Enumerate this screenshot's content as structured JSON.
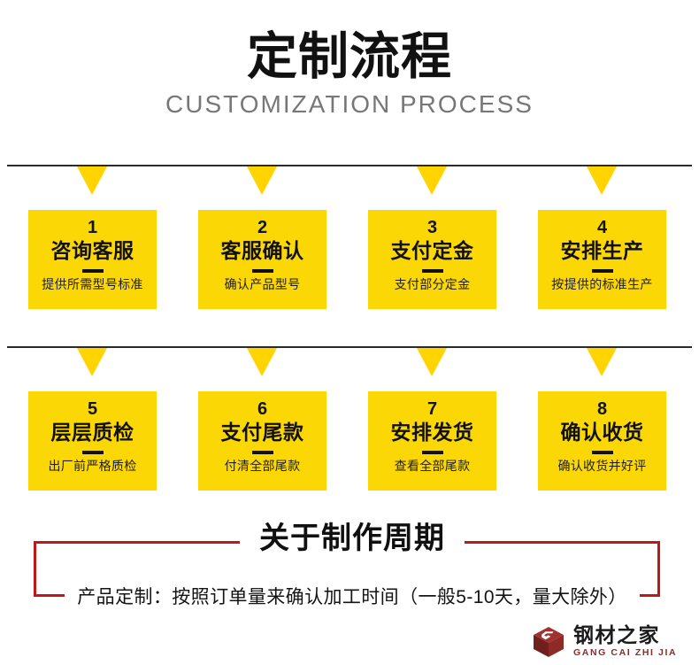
{
  "header": {
    "title_cn": "定制流程",
    "title_en": "CUSTOMIZATION PROCESS"
  },
  "colors": {
    "box_yellow": "#FCD706",
    "arrow_yellow": "#FFD400",
    "rule_black": "#2b2b2b",
    "note_red": "#C01818",
    "logo_red": "#8d2b26",
    "subtitle_gray": "#77777a",
    "background": "#ffffff"
  },
  "steps": [
    {
      "num": "1",
      "title": "咨询客服",
      "desc": "提供所需型号标准"
    },
    {
      "num": "2",
      "title": "客服确认",
      "desc": "确认产品型号"
    },
    {
      "num": "3",
      "title": "支付定金",
      "desc": "支付部分定金"
    },
    {
      "num": "4",
      "title": "安排生产",
      "desc": "按提供的标准生产"
    },
    {
      "num": "5",
      "title": "层层质检",
      "desc": "出厂前严格质检"
    },
    {
      "num": "6",
      "title": "支付尾款",
      "desc": "付清全部尾款"
    },
    {
      "num": "7",
      "title": "安排发货",
      "desc": "查看全部尾款"
    },
    {
      "num": "8",
      "title": "确认收货",
      "desc": "确认收货并好评"
    }
  ],
  "note": {
    "title": "关于制作周期",
    "body": "产品定制：按照订单量来确认加工时间（一般5-10天，量大除外）"
  },
  "logo": {
    "name_cn": "钢材之家",
    "name_en": "GANG CAI ZHI JIA"
  }
}
